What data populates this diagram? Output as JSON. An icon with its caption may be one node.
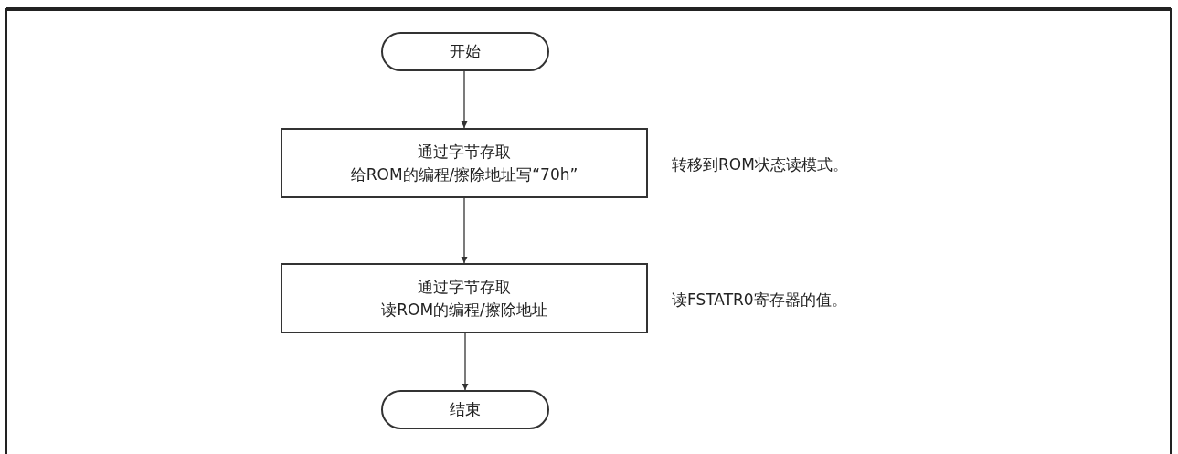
{
  "diagram": {
    "nodes": [
      {
        "text": [
          "开始"
        ]
      },
      {
        "text": [
          "通过字节存取",
          "给ROM的编程/擦除地址写“70h”"
        ],
        "beside": [
          "转移到ROM状态读模式。"
        ]
      },
      {
        "text": [
          "通过字节存取",
          "读ROM的编程/擦除地址"
        ],
        "beside": [
          "读FSTATR0寄存器的值。"
        ]
      },
      {
        "text": [
          "结束"
        ]
      }
    ],
    "edges": [
      {
        "from": 0,
        "to": 1,
        "arrow": "to"
      },
      {
        "from": 1,
        "to": 2,
        "arrow": "to"
      },
      {
        "from": 2,
        "to": 3,
        "arrow": "to"
      }
    ]
  }
}
